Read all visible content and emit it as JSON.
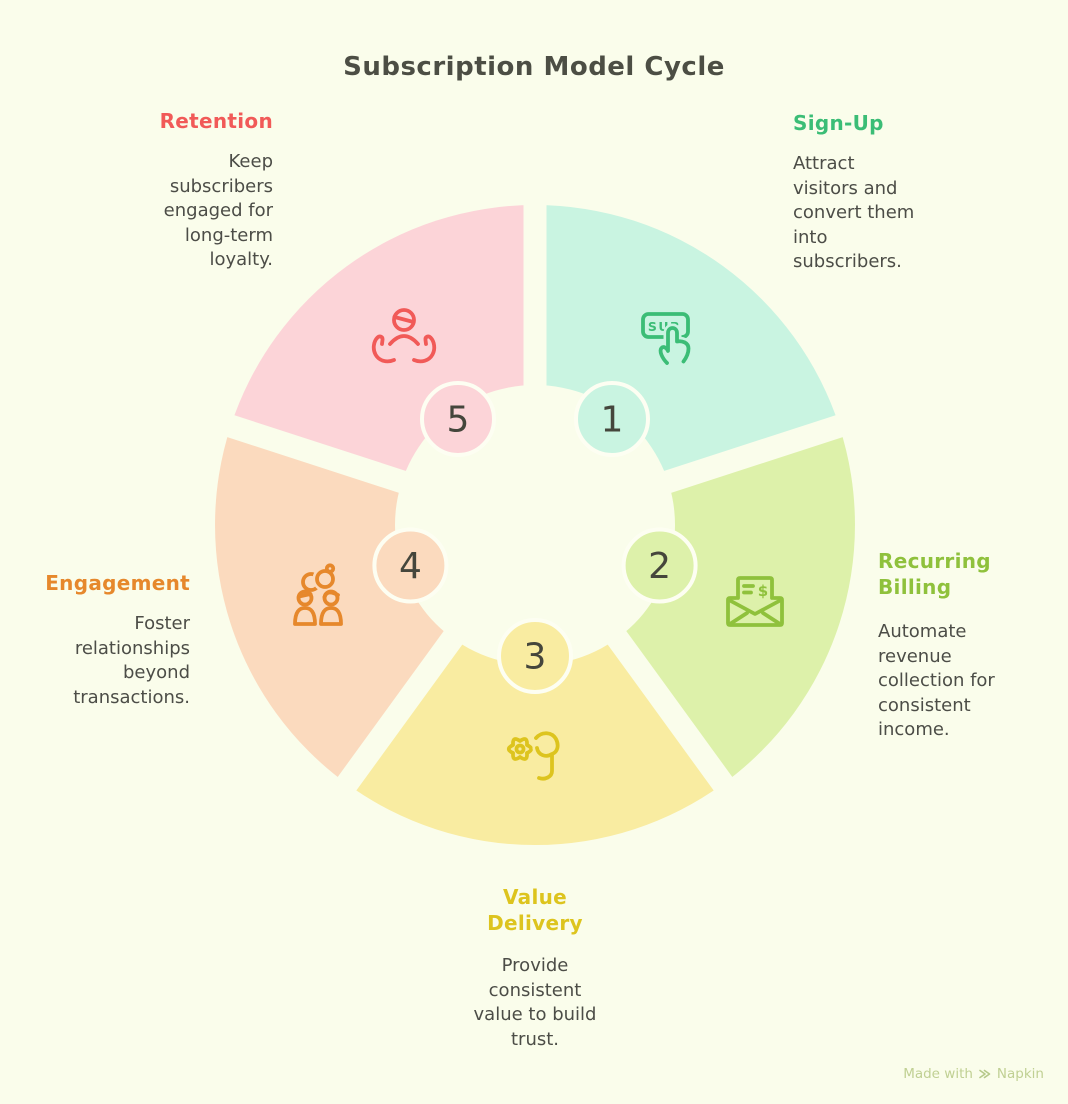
{
  "title": "Subscription Model Cycle",
  "background_color": "#fafdeb",
  "text_color": "#4c4d47",
  "segments": [
    {
      "number": "1",
      "title": "Sign-Up",
      "description": "Attract\nvisitors and\nconvert them\ninto\nsubscribers.",
      "accent": "#3bbd76",
      "fill": "#c9f4e1",
      "icon": "sub-button-click-icon",
      "icon_label": "SUB"
    },
    {
      "number": "2",
      "title": "Recurring\nBilling",
      "description": "Automate\nrevenue\ncollection for\nconsistent\nincome.",
      "accent": "#8fc13c",
      "fill": "#ddf1aa",
      "icon": "billing-envelope-icon",
      "icon_label": "$"
    },
    {
      "number": "3",
      "title": "Value\nDelivery",
      "description": "Provide\nconsistent\nvalue to build\ntrust.",
      "accent": "#ddc41e",
      "fill": "#f9eca1",
      "icon": "hand-holding-gear-icon"
    },
    {
      "number": "4",
      "title": "Engagement",
      "description": "Foster\nrelationships\nbeyond\ntransactions.",
      "accent": "#e6882c",
      "fill": "#fbdabe",
      "icon": "people-with-rings-icon"
    },
    {
      "number": "5",
      "title": "Retention",
      "description": "Keep\nsubscribers\nengaged for\nlong-term\nloyalty.",
      "accent": "#f15a58",
      "fill": "#fcd4d8",
      "icon": "caring-hands-person-icon"
    }
  ],
  "watermark": {
    "prefix": "Made with",
    "brand": "Napkin",
    "color": "#c0d093"
  }
}
